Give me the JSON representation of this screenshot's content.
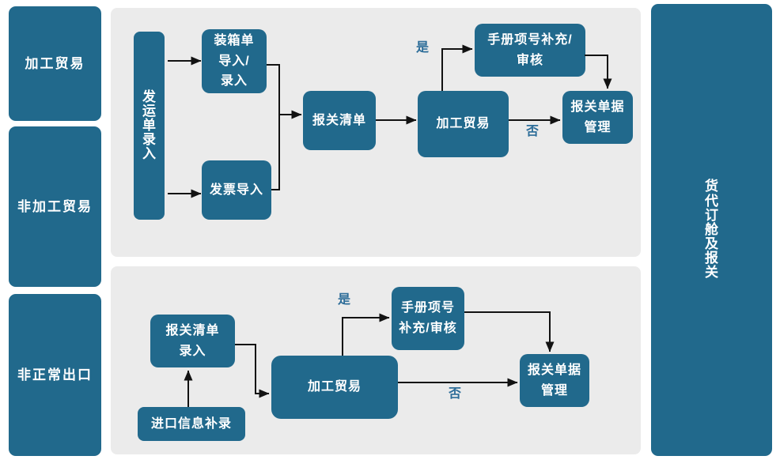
{
  "colors": {
    "node_fill": "#21698c",
    "node_text": "#ffffff",
    "panel_fill": "#ebebeb",
    "edge_label_text": "#2d6d99",
    "arrow": "#121212"
  },
  "lanes": {
    "processing_trade": "加工贸易",
    "non_processing_trade": "非加工贸易",
    "abnormal_export": "非正常出口",
    "freight_booking_declaration": "货代订舱及报关"
  },
  "top_flow": {
    "shipping_order_entry": "发运单录入",
    "packing_list_import": "装箱单\n导入/\n录入",
    "invoice_import": "发票导入",
    "declaration_list": "报关清单",
    "processing_trade": "加工贸易",
    "manual_item_supplement": "手册项号补充/\n审核",
    "declaration_doc_mgmt": "报关单据\n管理",
    "yes_label": "是",
    "no_label": "否"
  },
  "bottom_flow": {
    "declaration_list_entry": "报关清单\n录入",
    "import_info_supplement": "进口信息补录",
    "processing_trade": "加工贸易",
    "manual_item_supplement": "手册项号\n补充/审核",
    "declaration_doc_mgmt": "报关单据\n管理",
    "yes_label": "是",
    "no_label": "否"
  }
}
